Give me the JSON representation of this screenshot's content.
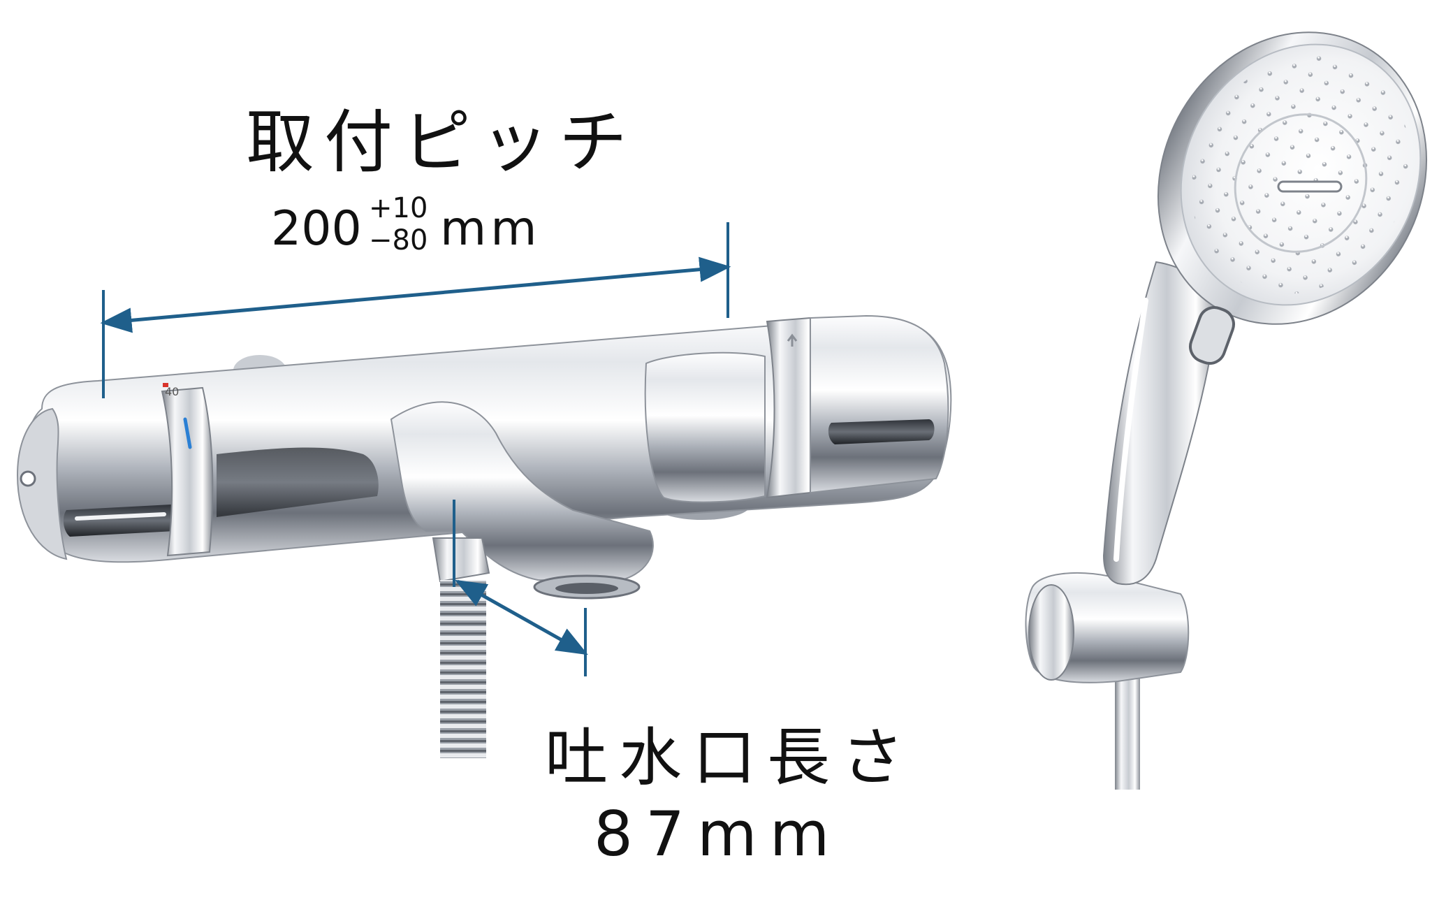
{
  "annotations": {
    "pitch_title": "取付ピッチ",
    "pitch_value": "200",
    "pitch_tol_plus": "+10",
    "pitch_tol_minus": "−80",
    "pitch_unit": "mm",
    "spout_title": "吐水口長さ",
    "spout_value": "87mm",
    "dial_number": "40"
  },
  "colors": {
    "dimension_line": "#1f5f8b",
    "chrome_light": "#f4f5f7",
    "chrome_mid": "#b9bec6",
    "chrome_dark": "#4b5058",
    "dial_mark": "#2a7fd4",
    "dial_mark_red": "#d9342b"
  }
}
